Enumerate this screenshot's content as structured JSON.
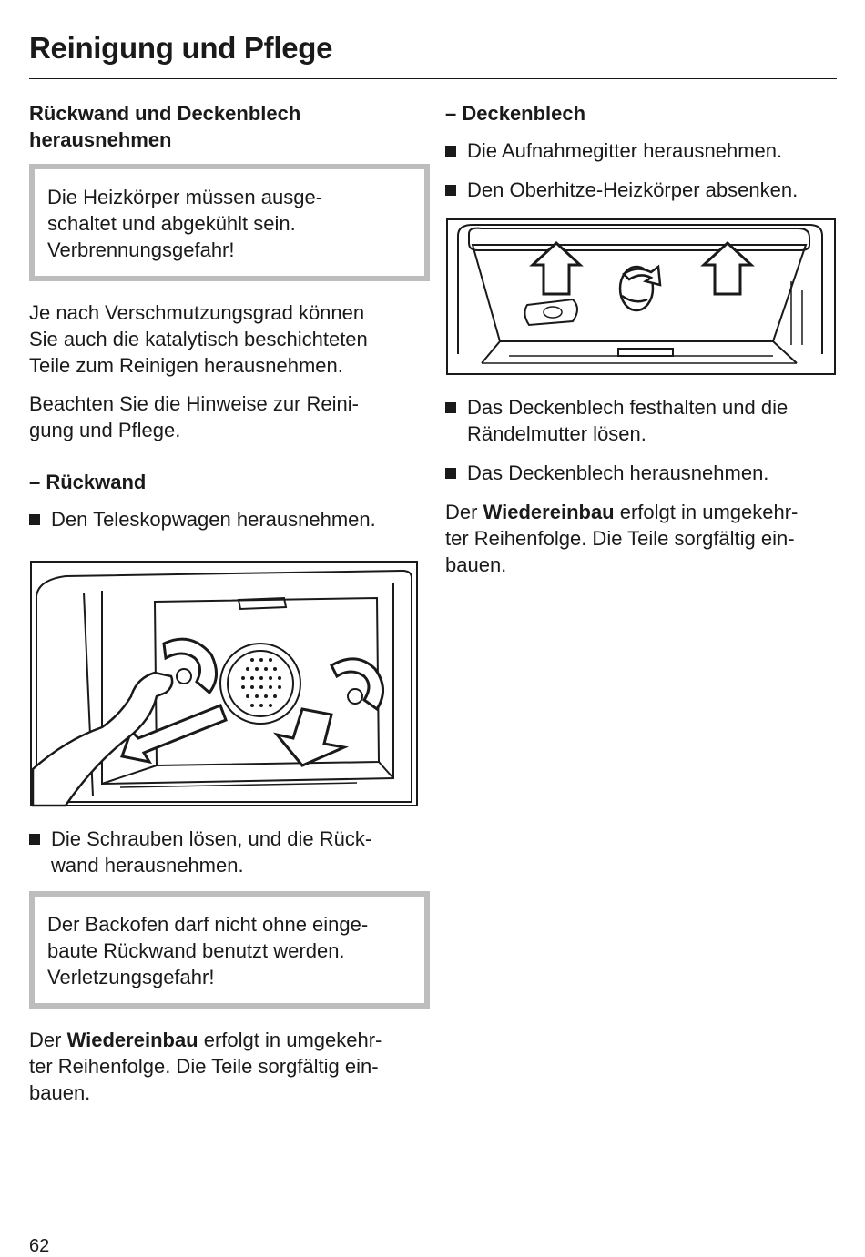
{
  "header": {
    "title": "Reinigung und Pflege"
  },
  "left": {
    "heading": "Rückwand und Deckenblech herausnehmen",
    "warning1": [
      "Die Heizkörper müssen ausge-",
      "schaltet und abgekühlt sein.",
      "Verbrennungsgefahr!"
    ],
    "para1": [
      "Je nach Verschmutzungsgrad können",
      "Sie auch die katalytisch beschichteten",
      "Teile zum Reinigen herausnehmen."
    ],
    "para2": [
      "Beachten Sie die Hinweise zur Reini-",
      "gung und Pflege."
    ],
    "subhead": "– Rückwand",
    "bullet1": "Den Teleskopwagen herausnehmen.",
    "bullet2": [
      "Die Schrauben lösen, und die Rück-",
      "wand herausnehmen."
    ],
    "warning2": [
      "Der Backofen darf nicht ohne einge-",
      "baute Rückwand benutzt werden.",
      "Verletzungsgefahr!"
    ],
    "reassembly": {
      "prefix": "Der ",
      "bold": "Wiedereinbau",
      "suffix1": " erfolgt in umgekehr-",
      "line2": "ter Reihenfolge. Die Teile sorgfältig ein-",
      "line3": "bauen."
    }
  },
  "right": {
    "subhead": "– Deckenblech",
    "bullet1": "Die Aufnahmegitter herausnehmen.",
    "bullet2": "Den Oberhitze-Heizkörper absenken.",
    "bullet3": [
      "Das Deckenblech festhalten und die",
      "Rändelmutter lösen."
    ],
    "bullet4": "Das Deckenblech herausnehmen.",
    "reassembly": {
      "prefix": "Der ",
      "bold": "Wiedereinbau",
      "suffix1": " erfolgt in umgekehr-",
      "line2": "ter Reihenfolge. Die Teile sorgfältig ein-",
      "line3": "bauen."
    }
  },
  "footer": {
    "page_number": "62"
  }
}
